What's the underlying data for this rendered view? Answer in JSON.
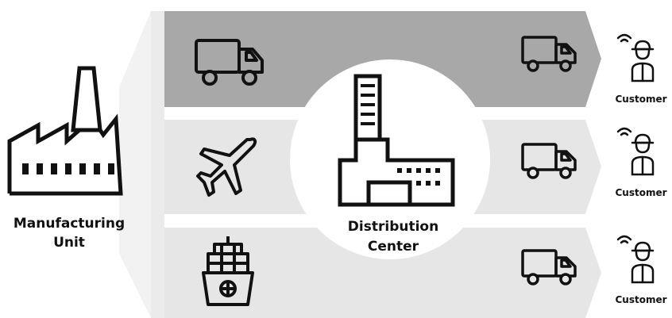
{
  "manufacturing_unit": {
    "label_line1": "Manufacturing",
    "label_line2": "Unit"
  },
  "distribution_center": {
    "label_line1": "Distribution",
    "label_line2": "Center"
  },
  "customers": [
    {
      "label": "Customer"
    },
    {
      "label": "Customer"
    },
    {
      "label": "Customer"
    }
  ],
  "transport_modes": [
    {
      "icon": "truck-icon",
      "band_color": "#a8a8a8"
    },
    {
      "icon": "airplane-icon",
      "band_color": "#e6e6e6"
    },
    {
      "icon": "cargo-ship-icon",
      "band_color": "#e6e6e6"
    }
  ]
}
